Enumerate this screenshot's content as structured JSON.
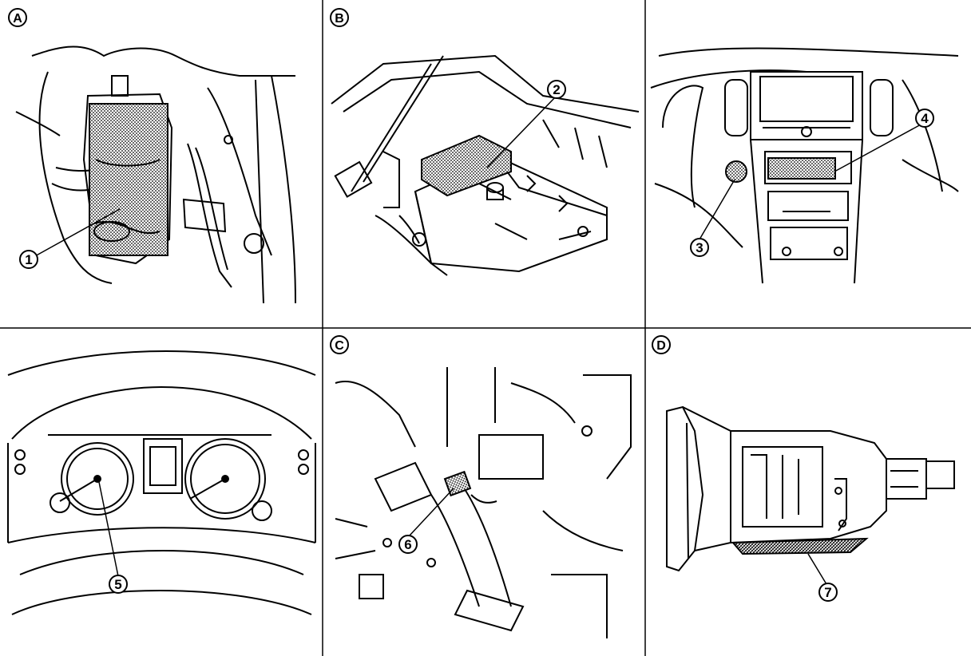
{
  "panels": [
    {
      "letter": "A",
      "callouts": [
        "1"
      ]
    },
    {
      "letter": "B",
      "callouts": [
        "2"
      ]
    },
    {
      "letter": "",
      "callouts": [
        "3",
        "4"
      ]
    },
    {
      "letter": "",
      "callouts": [
        "5"
      ]
    },
    {
      "letter": "C",
      "callouts": [
        "6"
      ]
    },
    {
      "letter": "D",
      "callouts": [
        "7"
      ]
    }
  ],
  "colors": {
    "line": "#000000",
    "background": "#ffffff",
    "shade": "#8a8a8a"
  },
  "icons": [
    "engine-bay-line-art",
    "battery-line-art",
    "center-console-line-art",
    "instrument-cluster-line-art",
    "pedal-area-line-art",
    "transmission-line-art"
  ]
}
